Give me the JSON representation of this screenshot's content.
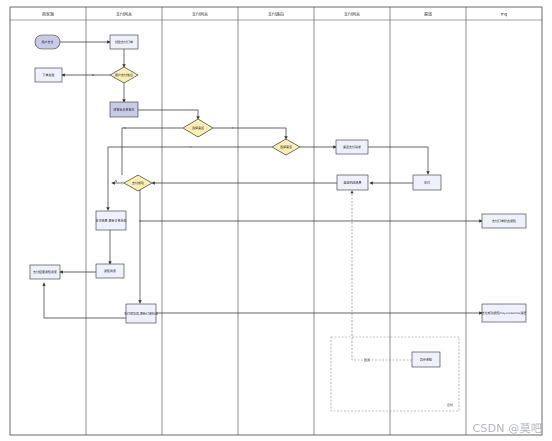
{
  "lanes": [
    "商家端",
    "支付网关",
    "支付网关",
    "支付路由",
    "支付网关",
    "渠道",
    "mq"
  ],
  "nodes": {
    "start": "用户支付",
    "create_order": "创建支付订单",
    "check": "用户支付信息",
    "fail_note": "下单失败",
    "pay_form": "收银台表单提交",
    "route_check": "选择渠道",
    "route_select": "选择渠道",
    "channel_req": "渠道支付请求",
    "channel": "支付",
    "channel_ret": "渠道响应结果",
    "pay_result": "支付成功",
    "update_status": "支付结果,更新订单状态",
    "mq_msg1": "支付订单状态通知",
    "notify_merchant": "通知商家",
    "merchant_result": "支付结果通知商家",
    "async_update": "支付成功后,更新订单状态",
    "mq_msg2": "支付成功通知mq,consumer消费",
    "callback": "回调",
    "callback_box": "异步通知",
    "timer": "定时"
  },
  "edge_labels": {
    "fail": "N",
    "ok": "Y",
    "route_n": "N",
    "route_y": "Y",
    "result_n": "N"
  },
  "watermark": "CSDN @莫吧"
}
